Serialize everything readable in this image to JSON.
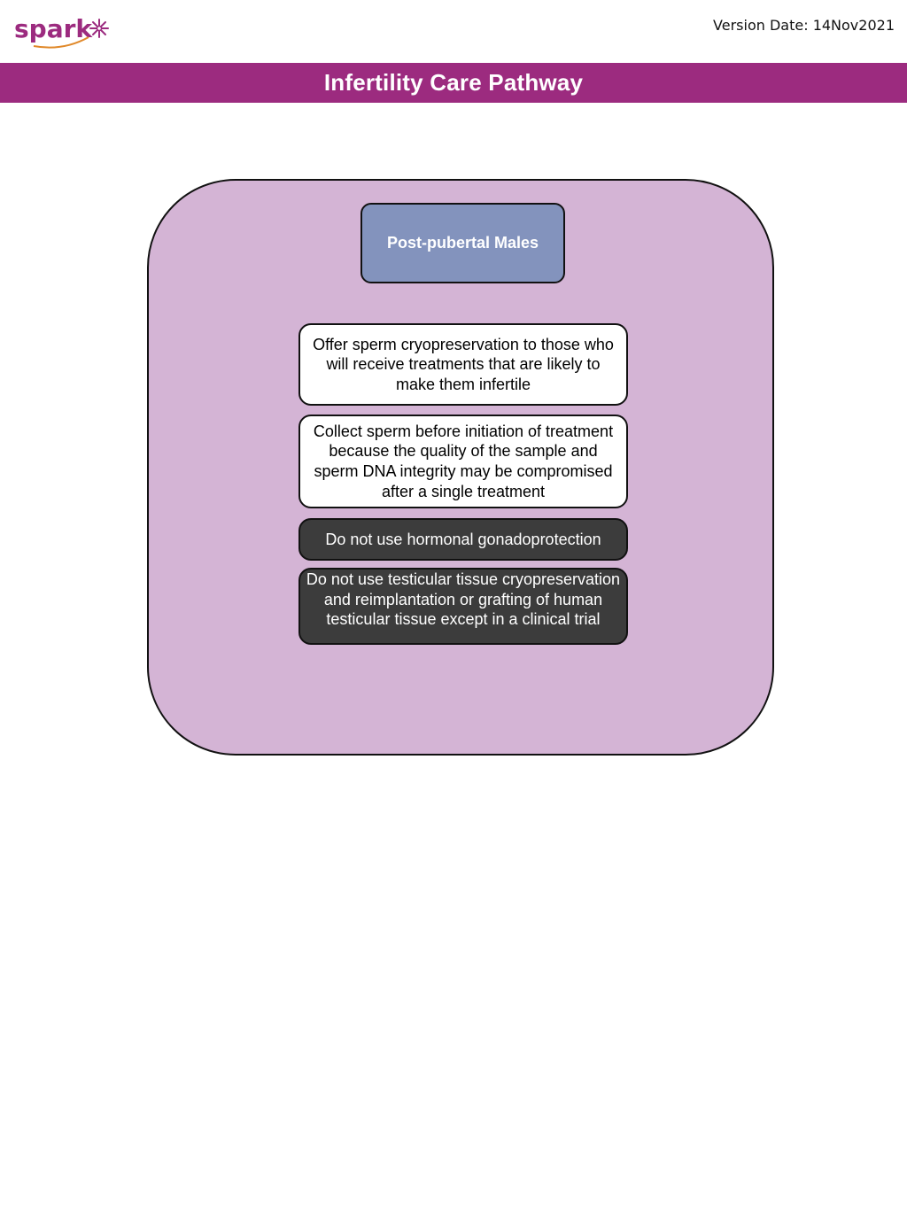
{
  "header": {
    "logo_text": "spark",
    "version_date": "Version Date: 14Nov2021"
  },
  "title": "Infertility Care Pathway",
  "colors": {
    "brand": "#9c2b7f",
    "container_fill": "#d4b4d5",
    "group_fill": "#8393bd",
    "dark_box_fill": "#3c3c3c"
  },
  "diagram": {
    "group_label": "Post-pubertal Males",
    "steps": [
      {
        "text": "Offer sperm cryopreservation to those who will receive treatments that are likely to make them infertile",
        "style": "light"
      },
      {
        "text": "Collect sperm before initiation of treatment because the quality of the sample and sperm DNA integrity may be compromised after a single treatment",
        "style": "light"
      },
      {
        "text": "Do not use hormonal gonadoprotection",
        "style": "dark"
      },
      {
        "text": "Do not use testicular tissue cryopreservation and reimplantation or grafting of human testicular tissue except in a clinical trial",
        "style": "dark"
      }
    ]
  }
}
